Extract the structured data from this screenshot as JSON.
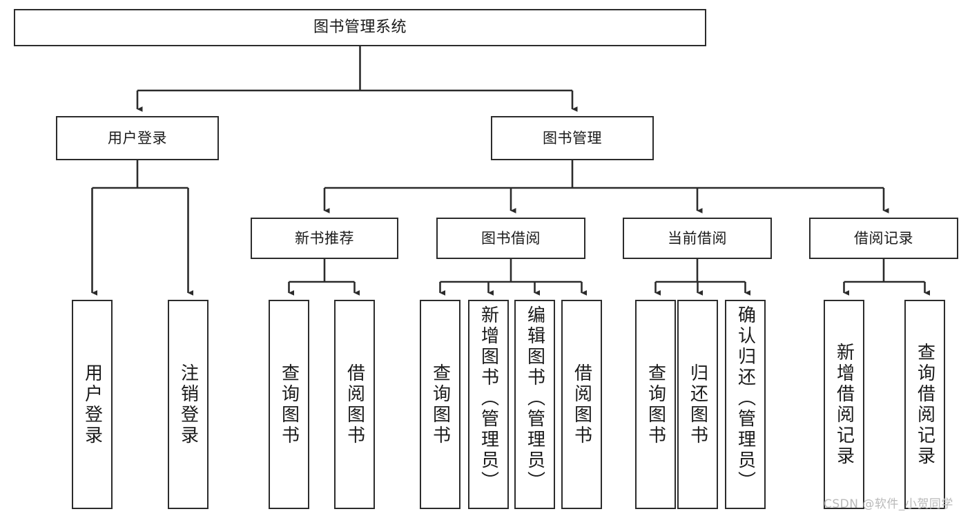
{
  "diagram": {
    "title": "图书管理系统",
    "type": "tree-structure-chart",
    "watermark": "CSDN @软件_小贺同学",
    "line_color": "#2b2b2b",
    "box_fill": "#ffffff",
    "text_color": "#1a1a1a"
  },
  "root": {
    "label": "图书管理系统"
  },
  "level2": [
    {
      "label": "用户登录"
    },
    {
      "label": "图书管理"
    }
  ],
  "level3": [
    {
      "label": "新书推荐"
    },
    {
      "label": "图书借阅"
    },
    {
      "label": "当前借阅"
    },
    {
      "label": "借阅记录"
    }
  ],
  "leaves": {
    "user_login": [
      {
        "label": "用户登录"
      },
      {
        "label": "注销登录"
      }
    ],
    "new_book_recommend": [
      {
        "label": "查询图书"
      },
      {
        "label": "借阅图书"
      }
    ],
    "book_borrow": [
      {
        "label": "查询图书"
      },
      {
        "label": "新增图书（管理员）"
      },
      {
        "label": "编辑图书（管理员）"
      },
      {
        "label": "借阅图书"
      }
    ],
    "current_borrow": [
      {
        "label": "查询图书"
      },
      {
        "label": "归还图书"
      },
      {
        "label": "确认归还（管理员）"
      }
    ],
    "borrow_record": [
      {
        "label": "新增借阅记录"
      },
      {
        "label": "查询借阅记录"
      }
    ]
  }
}
